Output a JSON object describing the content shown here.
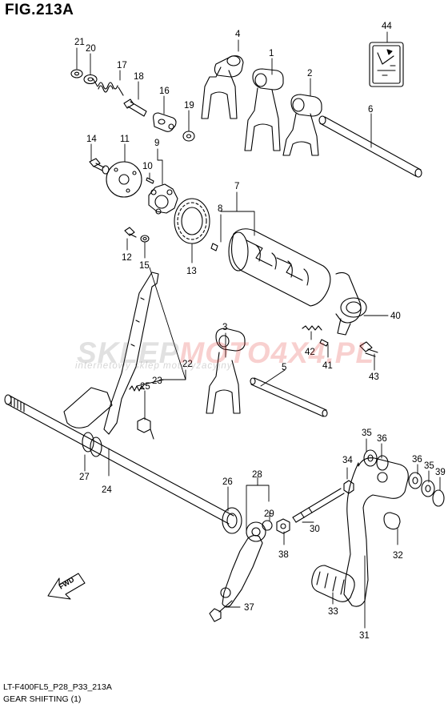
{
  "figure": {
    "title": "FIG.213A",
    "model_code": "LT-F400FL5_P28_P33_213A",
    "description": "GEAR SHIFTING (1)"
  },
  "watermark": {
    "brand_part1": "SKLEP",
    "brand_part2": "MOTO4X4.PL",
    "tagline": "internetowy sklep motoryzacyjny"
  },
  "fwd_label": "FWD",
  "part_numbers": [
    "1",
    "2",
    "3",
    "4",
    "5",
    "6",
    "7",
    "8",
    "9",
    "10",
    "11",
    "12",
    "13",
    "14",
    "15",
    "16",
    "17",
    "18",
    "19",
    "20",
    "21",
    "22",
    "23",
    "24",
    "25",
    "26",
    "27",
    "28",
    "29",
    "30",
    "31",
    "32",
    "33",
    "34",
    "35",
    "36",
    "37",
    "38",
    "39",
    "40",
    "41",
    "42",
    "43",
    "44"
  ],
  "colors": {
    "line": "#000000",
    "watermark_gray": "#7a7a7a",
    "watermark_red": "#e2302a"
  }
}
